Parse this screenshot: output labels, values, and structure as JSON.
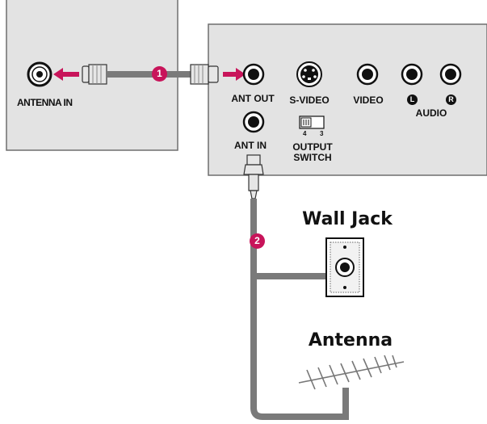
{
  "colors": {
    "panel_fill": "#e3e3e3",
    "panel_stroke": "#6e6e6e",
    "cable": "#7a7a7a",
    "accent": "#c8145a",
    "jack": "#111111"
  },
  "left_panel": {
    "connector_label": "ANTENNA IN"
  },
  "tv_panel": {
    "ant_out": "ANT OUT",
    "ant_in": "ANT IN",
    "s_video": "S-VIDEO",
    "video": "VIDEO",
    "audio": "AUDIO",
    "audio_left_badge": "L",
    "audio_right_badge": "R",
    "output_switch": {
      "line1": "OUTPUT",
      "line2": "SWITCH",
      "position_4": "4",
      "position_3": "3"
    }
  },
  "steps": {
    "step1": "1",
    "step2": "2"
  },
  "wall_jack_title": "Wall Jack",
  "antenna_title": "Antenna"
}
